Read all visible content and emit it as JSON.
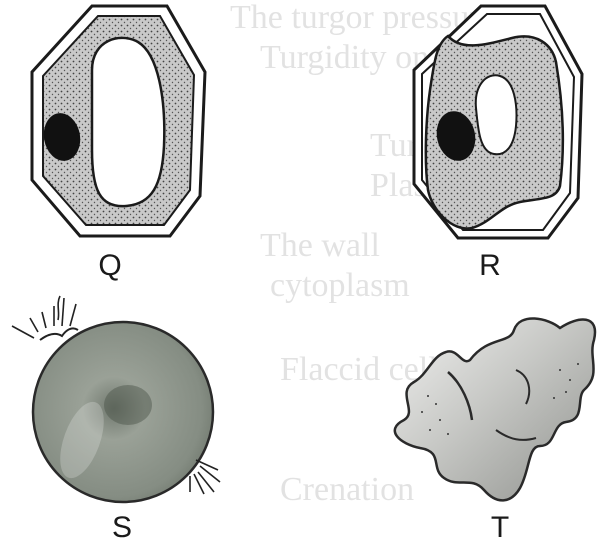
{
  "figure": {
    "title": "",
    "background": "#ffffff",
    "bleed_through_text": [
      "The turgor pressure",
      "Turgidity on the",
      "Turgid cell is",
      "Plasmolysis of",
      "The wall",
      "cytoplasm",
      "Flaccid cell",
      "Crenation"
    ],
    "panels": [
      {
        "id": "Q",
        "label": "Q",
        "cell_type": "plant-cell-turgid",
        "cytoplasm_color": "#c9c9c9",
        "vacuole_color": "#ffffff",
        "nucleus_color": "#111111"
      },
      {
        "id": "R",
        "label": "R",
        "cell_type": "plant-cell-plasmolysed",
        "cytoplasm_color": "#c9c9c9",
        "vacuole_color": "#ffffff",
        "nucleus_color": "#111111"
      },
      {
        "id": "S",
        "label": "S",
        "cell_type": "animal-cell-swollen-bursting",
        "cell_color": "#8d958a"
      },
      {
        "id": "T",
        "label": "T",
        "cell_type": "animal-cell-crenated",
        "cell_color": "#a9aaa7"
      }
    ]
  }
}
